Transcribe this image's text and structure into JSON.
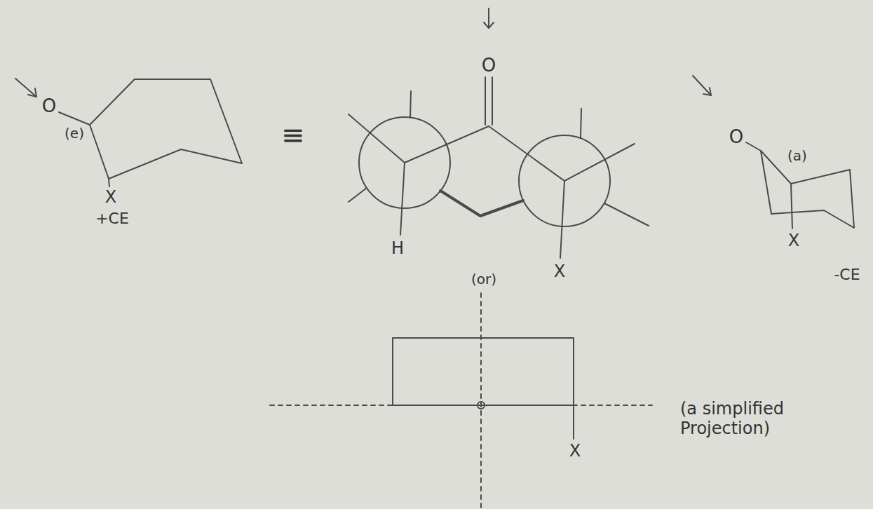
{
  "diagram": {
    "labels": [
      "O",
      "(e)",
      "X",
      "+CE",
      "≡",
      "O",
      "H",
      "X",
      "(or)",
      "O",
      "(a)",
      "X",
      "-CE",
      "(a simplified Projection)",
      "X"
    ]
  }
}
